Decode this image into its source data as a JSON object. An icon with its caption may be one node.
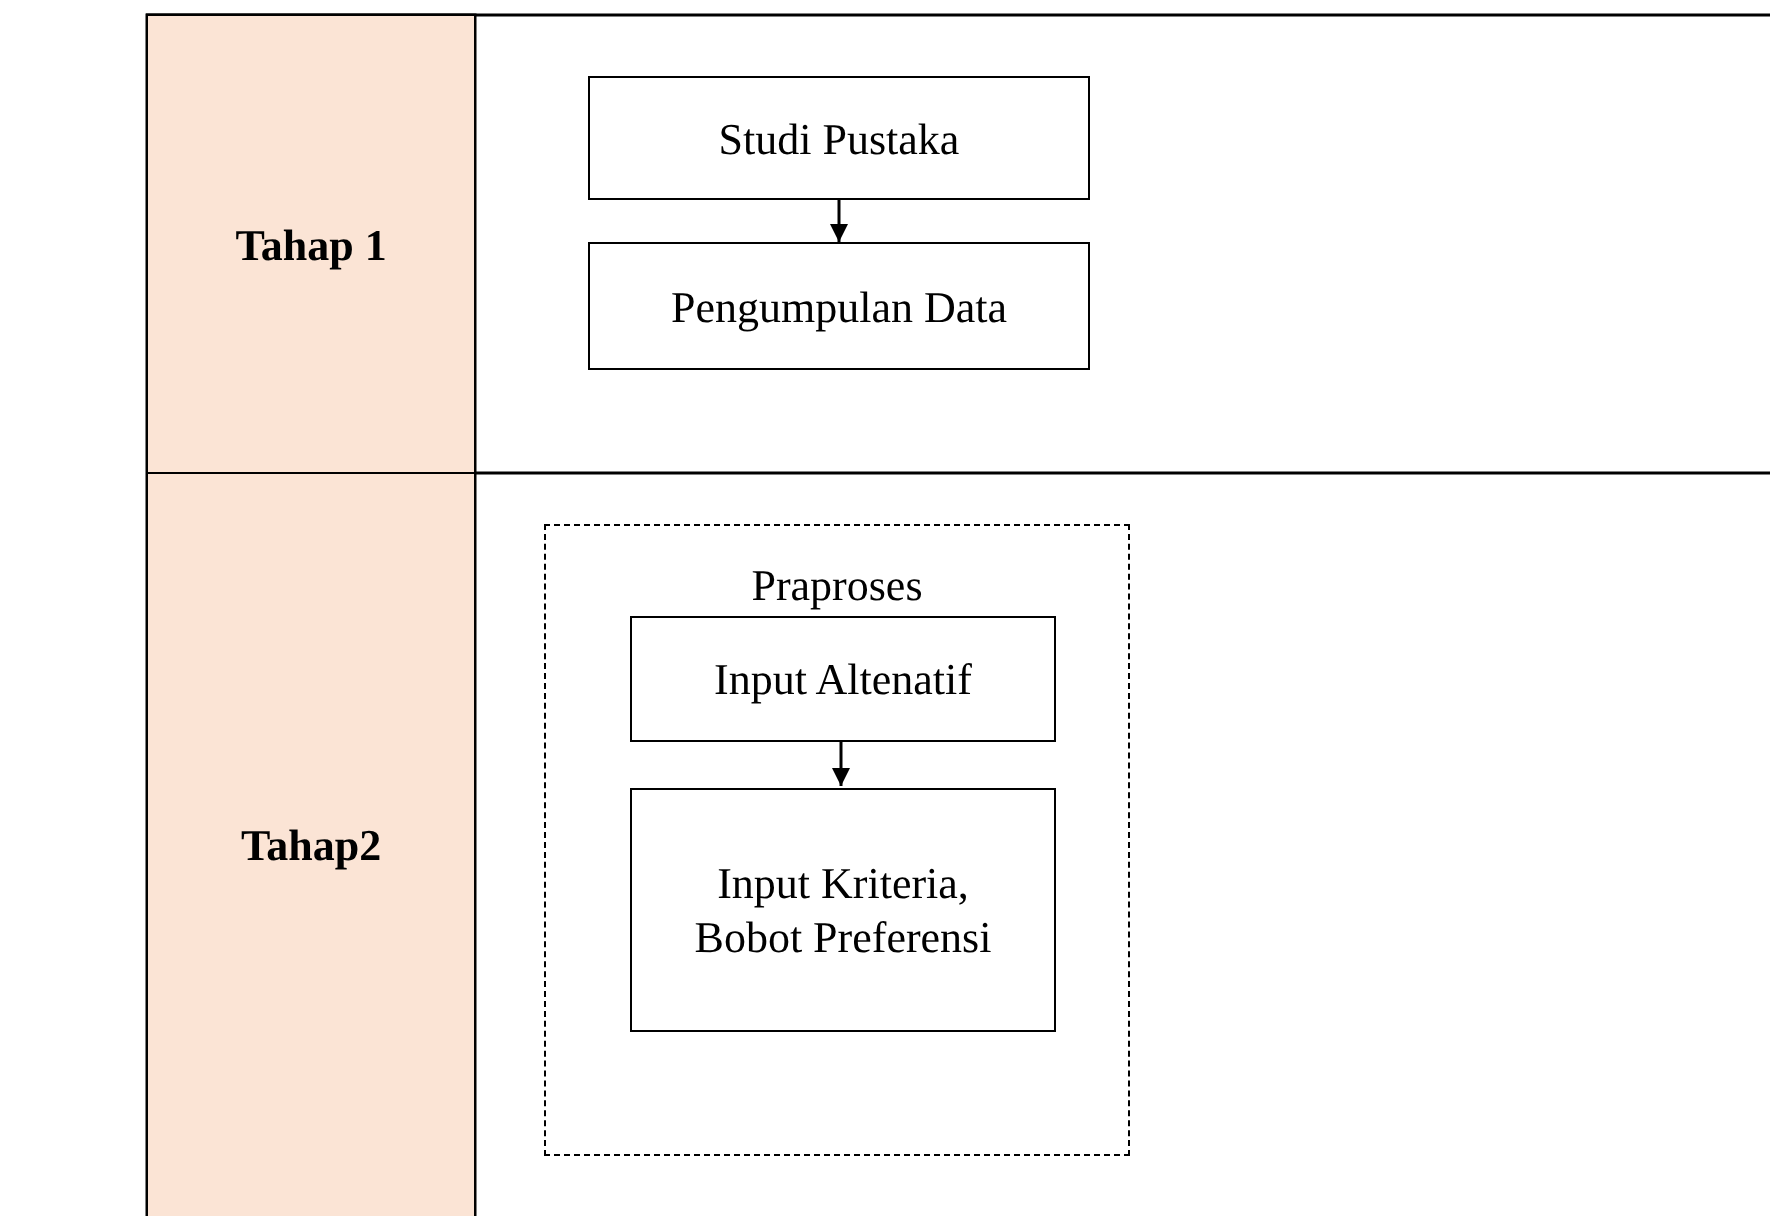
{
  "diagram": {
    "nodes": [
      {
        "text": [
          "Tahap 1"
        ]
      },
      {
        "text": [
          "Studi Pustaka"
        ]
      },
      {
        "text": [
          "Pengumpulan Data"
        ]
      },
      {
        "text": [
          "Tahap2"
        ]
      },
      {
        "text": [
          "Praproses"
        ]
      },
      {
        "text": [
          "Input Altenatif"
        ],
        "in": 4
      },
      {
        "text": [
          "Input Kriteria, Bobot Preferensi"
        ],
        "in": 4
      }
    ],
    "edges": [
      {
        "from": 1,
        "to": 2,
        "arrow": "to"
      },
      {
        "from": 5,
        "to": 6,
        "arrow": "to"
      }
    ]
  }
}
